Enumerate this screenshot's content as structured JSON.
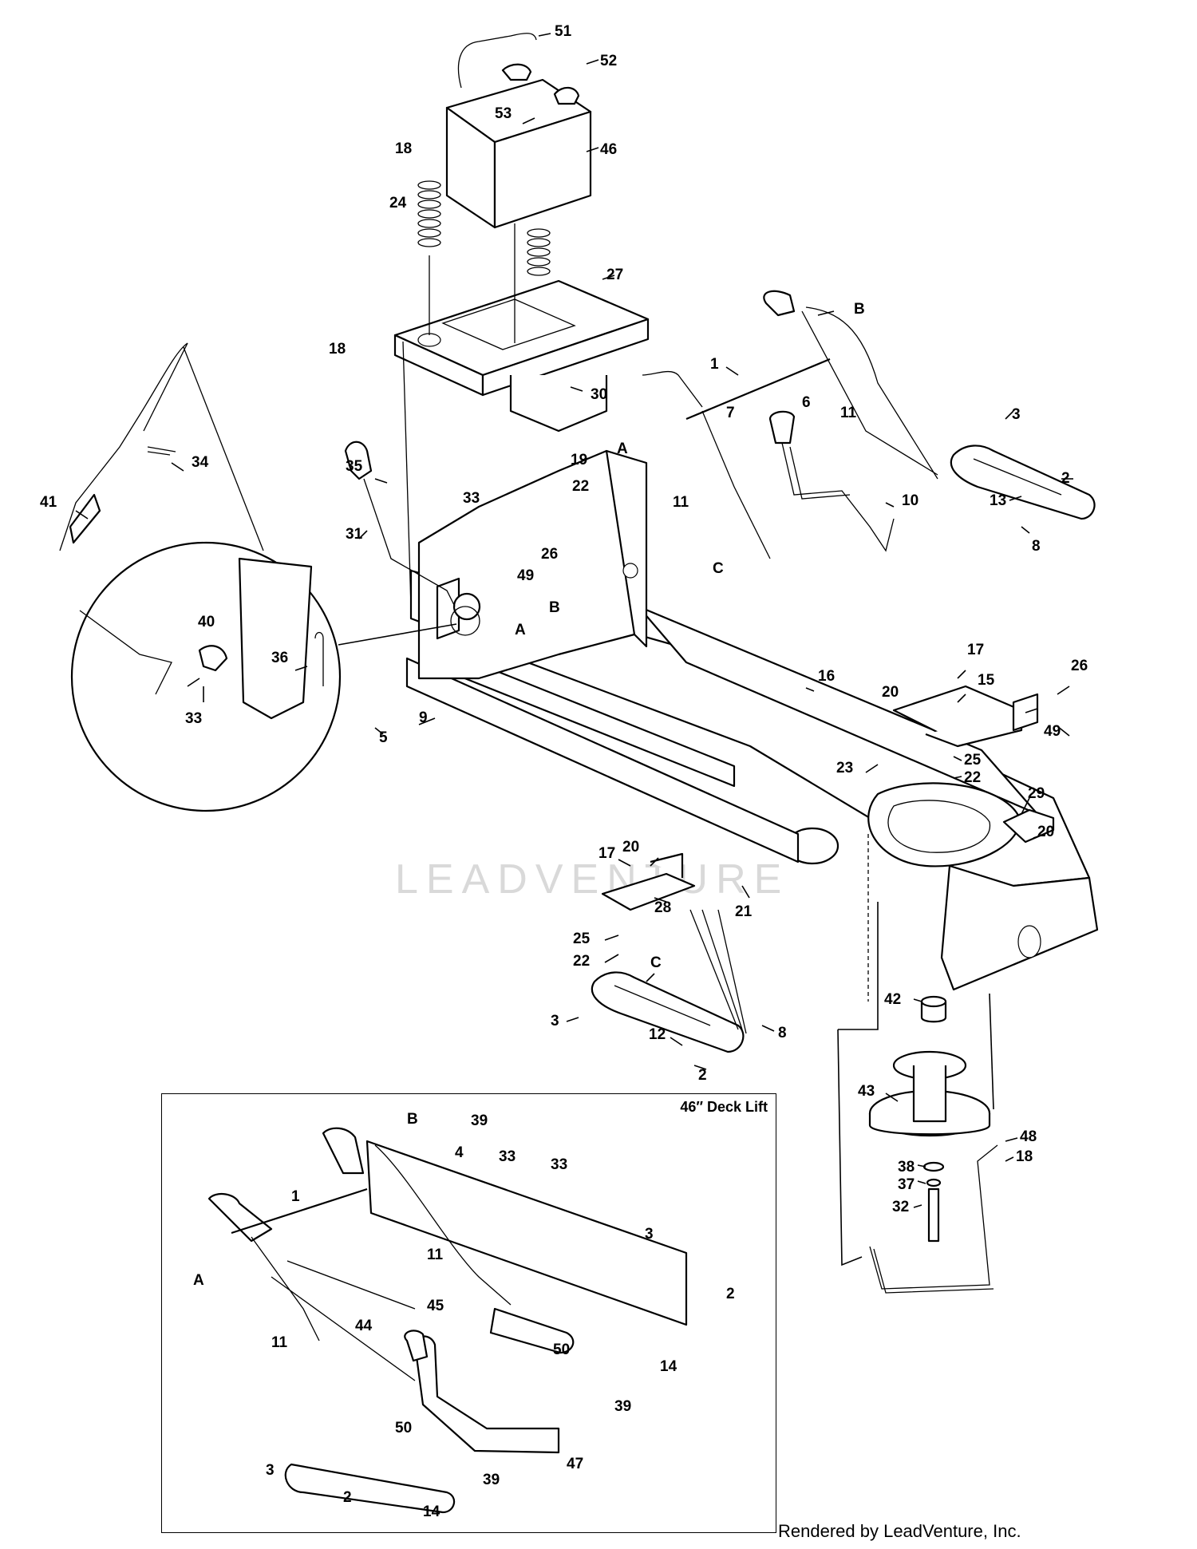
{
  "inset_title": "46″ Deck Lift",
  "credit": "Rendered by LeadVenture, Inc.",
  "watermark": "LEADVENTURE",
  "labels": [
    "1",
    "2",
    "3",
    "4",
    "5",
    "6",
    "7",
    "8",
    "9",
    "10",
    "11",
    "12",
    "13",
    "14",
    "15",
    "16",
    "17",
    "18",
    "19",
    "20",
    "21",
    "22",
    "23",
    "24",
    "25",
    "26",
    "27",
    "28",
    "29",
    "30",
    "31",
    "32",
    "33",
    "34",
    "35",
    "36",
    "37",
    "38",
    "39",
    "40",
    "41",
    "42",
    "43",
    "44",
    "45",
    "46",
    "47",
    "48",
    "49",
    "50",
    "51",
    "52",
    "53",
    "A",
    "B",
    "C"
  ]
}
